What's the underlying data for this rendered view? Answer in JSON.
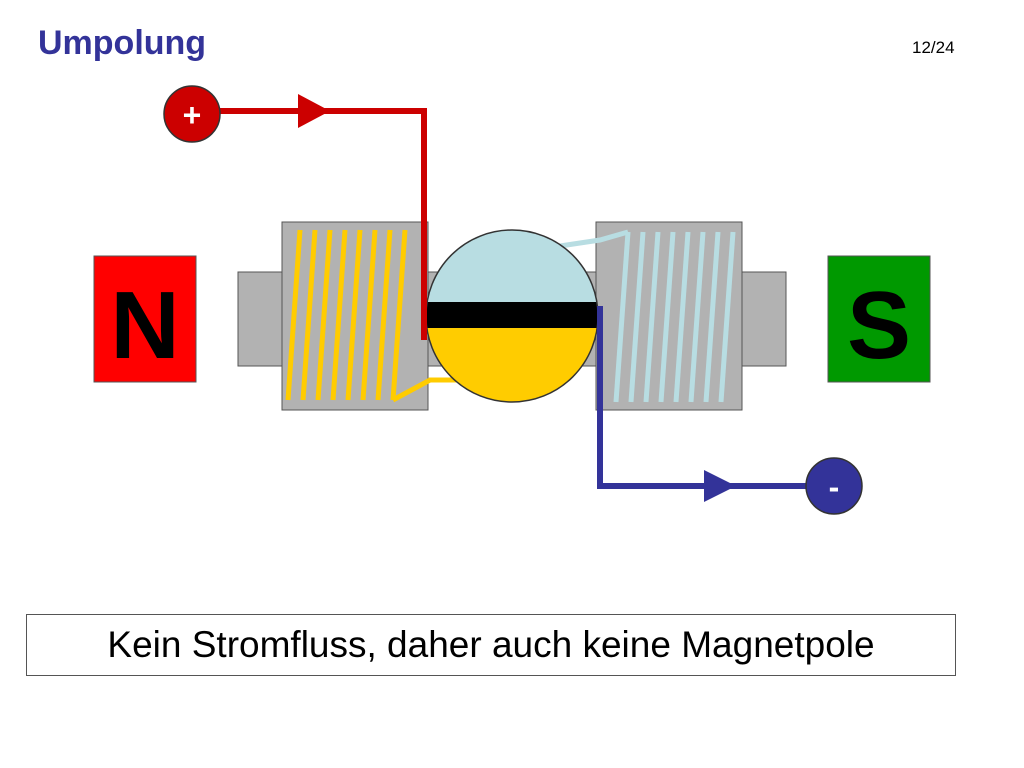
{
  "slide": {
    "title": "Umpolung",
    "page_number": "12/24",
    "caption": "Kein Stromfluss, daher auch keine Magnetpole"
  },
  "diagram": {
    "positive_terminal_label": "+",
    "negative_terminal_label": "-",
    "north_pole_label": "N",
    "south_pole_label": "S"
  },
  "colors": {
    "title": "#333399",
    "north_pole": "#ff0000",
    "south_pole": "#009900",
    "positive_wire": "#cc0000",
    "negative_wire": "#333399",
    "left_coil": "#ffcc00",
    "right_coil": "#b8dde2",
    "core": "#b2b2b2",
    "rotor_top": "#b8dde2",
    "rotor_bottom": "#ffcc00",
    "rotor_band": "#000000"
  }
}
